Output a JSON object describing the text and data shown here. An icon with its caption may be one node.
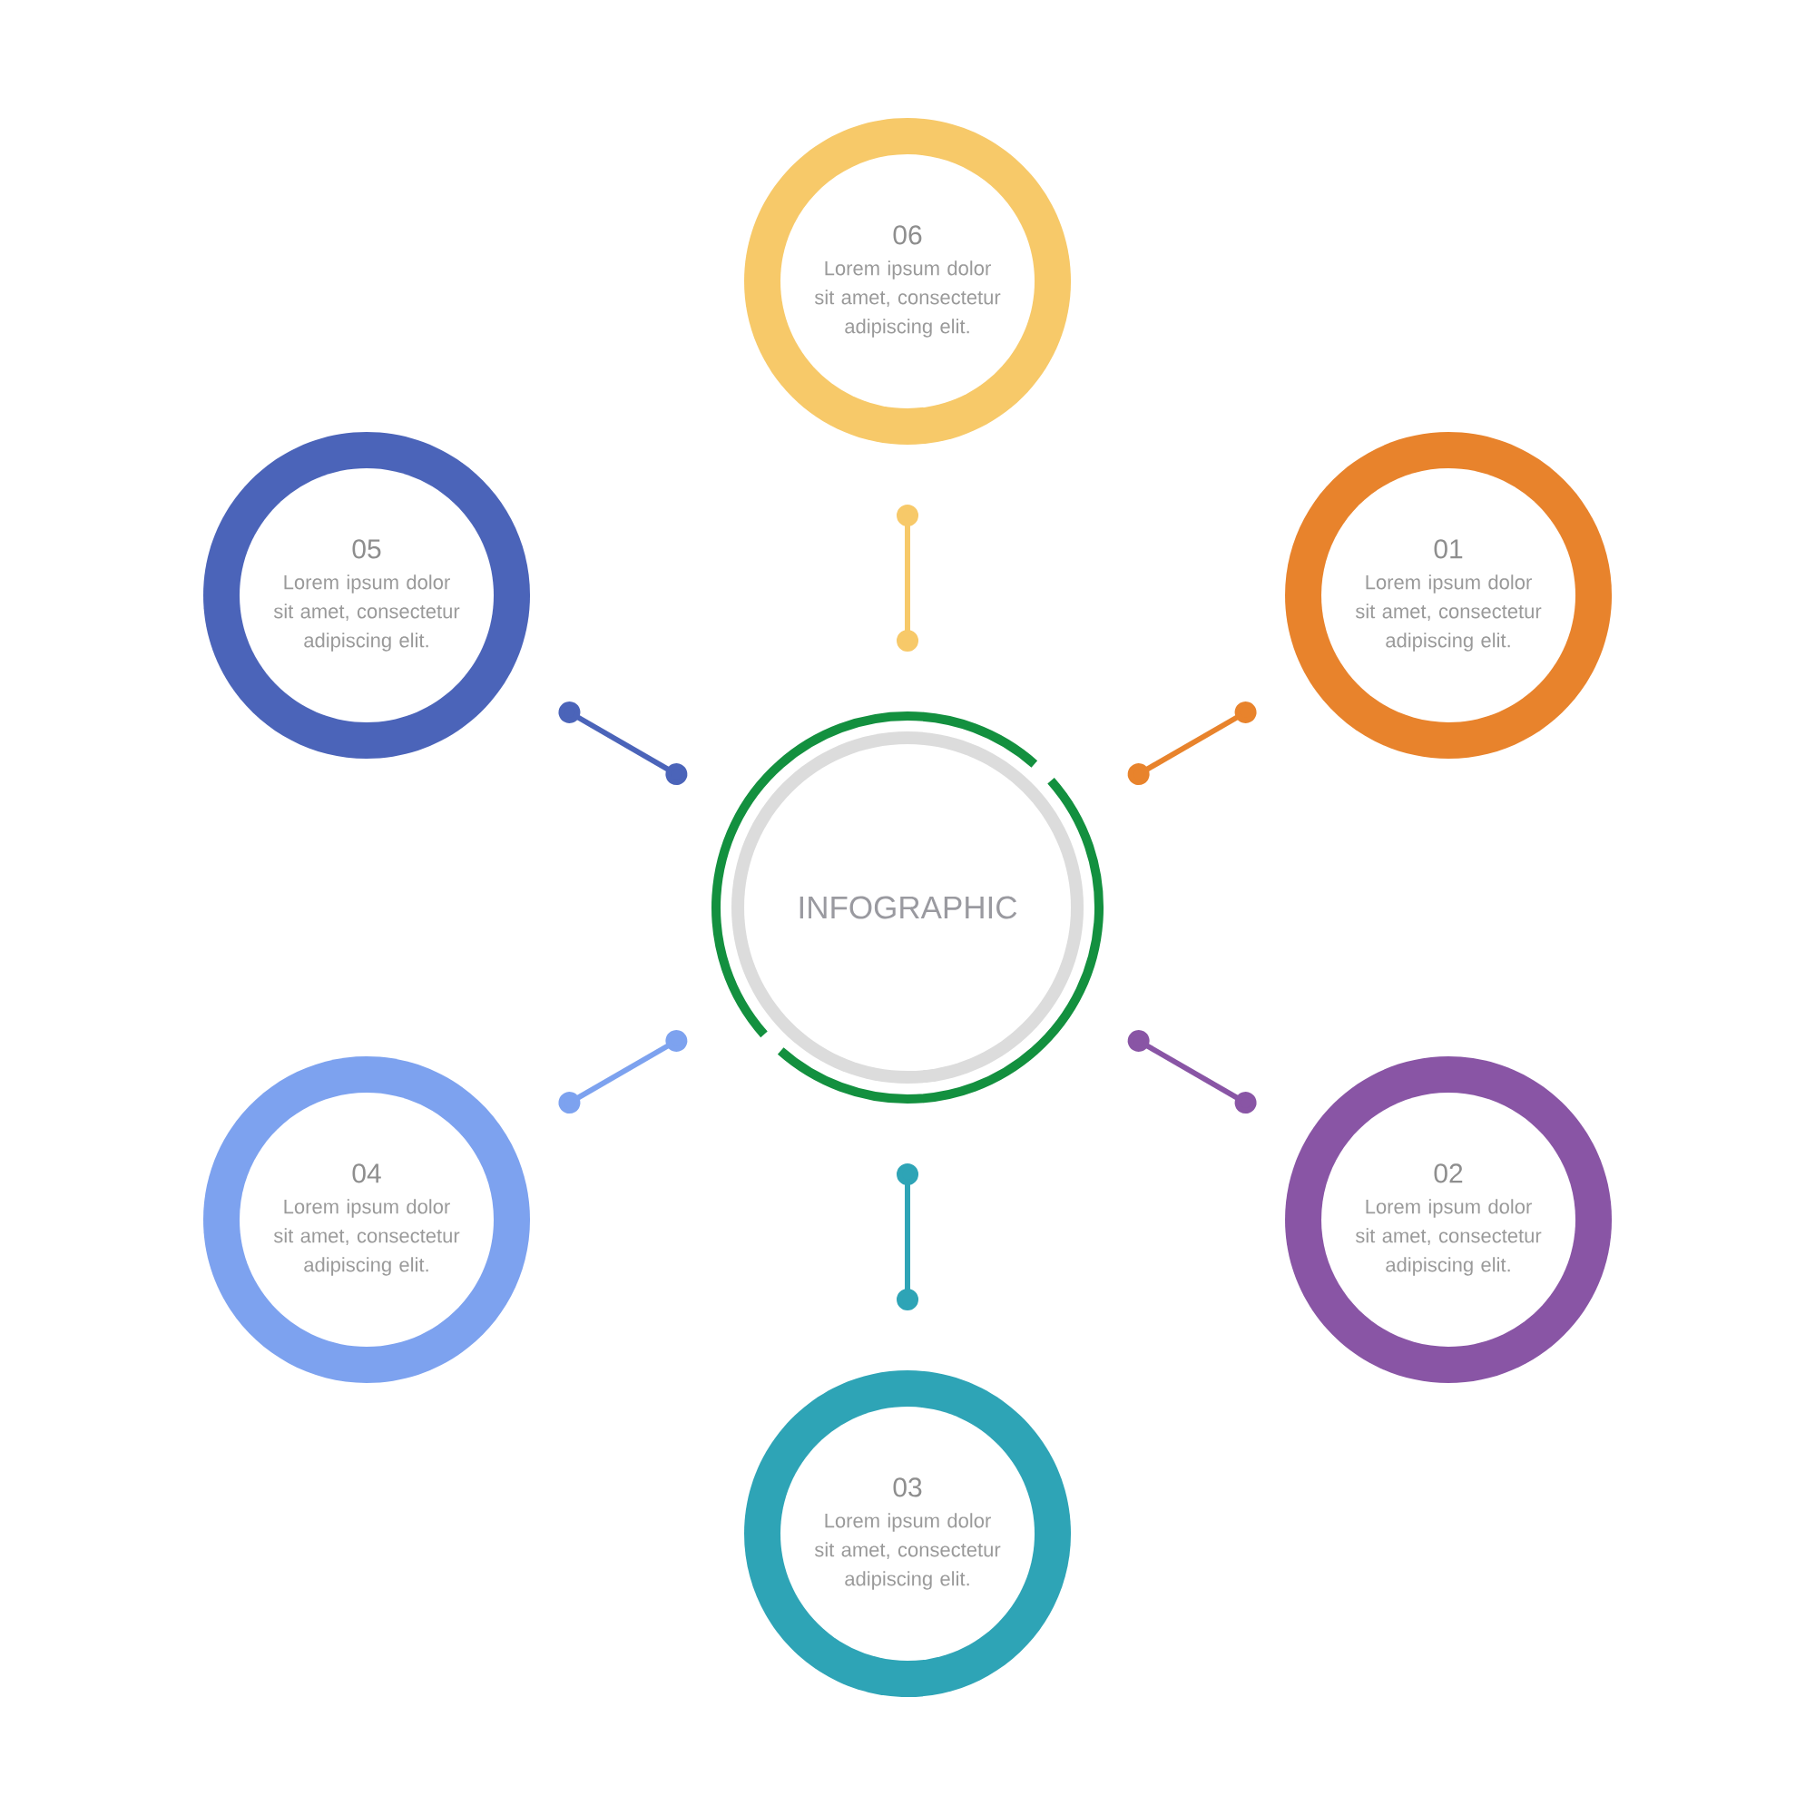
{
  "diagram": {
    "nodes": [
      {
        "text": [
          "INFOGRAPHIC"
        ]
      },
      {
        "text": [
          "01",
          "Lorem ipsum dolor sit amet, consectetur adipiscing elit."
        ]
      },
      {
        "text": [
          "02",
          "Lorem ipsum dolor sit amet, consectetur adipiscing elit."
        ]
      },
      {
        "text": [
          "03",
          "Lorem ipsum dolor sit amet, consectetur adipiscing elit."
        ]
      },
      {
        "text": [
          "04",
          "Lorem ipsum dolor sit amet, consectetur adipiscing elit."
        ]
      },
      {
        "text": [
          "05",
          "Lorem ipsum dolor sit amet, consectetur adipiscing elit."
        ]
      },
      {
        "text": [
          "06",
          "Lorem ipsum dolor sit amet, consectetur adipiscing elit."
        ]
      }
    ],
    "edges": [
      {
        "from": 0,
        "to": 1,
        "arrow": "other",
        "color": "#e8832c"
      },
      {
        "from": 0,
        "to": 2,
        "arrow": "other",
        "color": "#8955a5"
      },
      {
        "from": 0,
        "to": 3,
        "arrow": "other",
        "color": "#2ea4b6"
      },
      {
        "from": 0,
        "to": 4,
        "arrow": "other",
        "color": "#7da2ef"
      },
      {
        "from": 0,
        "to": 5,
        "arrow": "other",
        "color": "#4b64b9"
      },
      {
        "from": 0,
        "to": 6,
        "arrow": "other",
        "color": "#f7c969"
      }
    ]
  }
}
